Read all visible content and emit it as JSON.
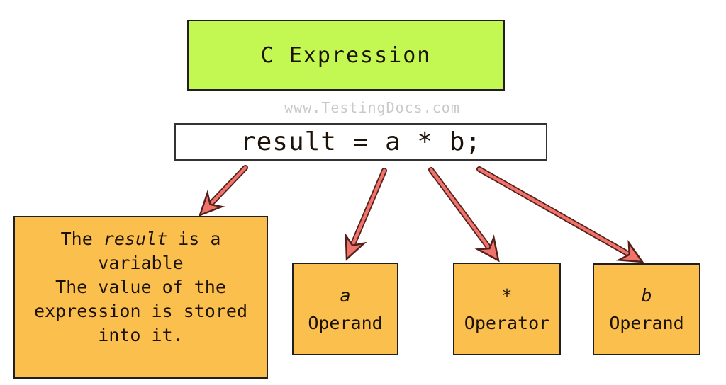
{
  "diagram": {
    "title_box": {
      "label": "C Expression"
    },
    "watermark": {
      "text": "www.TestingDocs.com"
    },
    "expression_box": {
      "code": "result = a * b;"
    },
    "note_box": {
      "lines": [
        {
          "pre": "The ",
          "italic": "result",
          "post": " is a"
        },
        {
          "pre": "variable"
        },
        {
          "pre": "The value of the"
        },
        {
          "pre": "expression is stored"
        },
        {
          "pre": "into it."
        }
      ]
    },
    "component_boxes": [
      {
        "symbol": "a",
        "label": "Operand"
      },
      {
        "symbol": "*",
        "label": "Operator"
      },
      {
        "symbol": "b",
        "label": "Operand"
      }
    ]
  },
  "colors": {
    "title_green": "#c3f751",
    "box_orange": "#fbbf4e",
    "arrow_fill": "#f0736b",
    "arrow_outline": "#54201b",
    "border_dark": "#1f1f1f",
    "watermark_gray": "#c9c9c9",
    "text_dark": "#1c1208"
  }
}
